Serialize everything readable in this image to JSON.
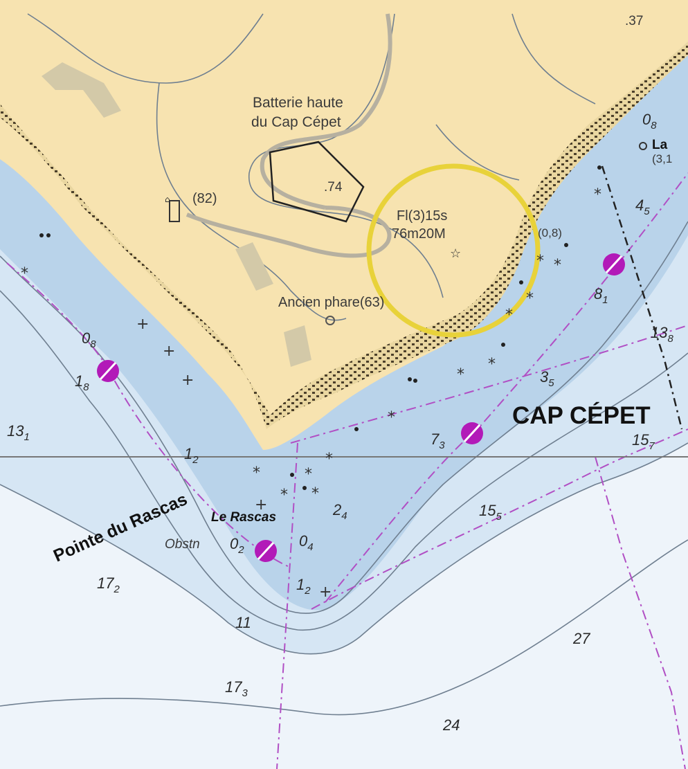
{
  "map": {
    "labels": {
      "battery_line1": "Batterie haute",
      "battery_line2": "du Cap Cépet",
      "elev_74": ".74",
      "elev_37": ".37",
      "light_ref": "(82)",
      "light_char": "Fl(3)15s",
      "light_range": "76m20M",
      "old_light": "Ancien phare(63)",
      "cape": "CAP CÉPET",
      "point": "Pointe du Rascas",
      "rock": "Le Rascas",
      "obstn": "Obstn",
      "la_partial": "La",
      "obstn_depth_partial": "(3,1",
      "rock_depth": "(0,8)"
    },
    "soundings": [
      {
        "main": "0",
        "sub": "8",
        "id": "s-08-top"
      },
      {
        "main": "4",
        "sub": "5",
        "id": "s-45"
      },
      {
        "main": "8",
        "sub": "1",
        "id": "s-81"
      },
      {
        "main": "13",
        "sub": "8",
        "id": "s-138"
      },
      {
        "main": "3",
        "sub": "5",
        "id": "s-35"
      },
      {
        "main": "15",
        "sub": "7",
        "id": "s-157"
      },
      {
        "main": "7",
        "sub": "3",
        "id": "s-73"
      },
      {
        "main": "13",
        "sub": "1",
        "id": "s-131"
      },
      {
        "main": "0",
        "sub": "8",
        "id": "s-08-left"
      },
      {
        "main": "1",
        "sub": "8",
        "id": "s-18"
      },
      {
        "main": "1",
        "sub": "2",
        "id": "s-12-a"
      },
      {
        "main": "2",
        "sub": "4",
        "id": "s-24"
      },
      {
        "main": "15",
        "sub": "5",
        "id": "s-155"
      },
      {
        "main": "0",
        "sub": "2",
        "id": "s-02"
      },
      {
        "main": "0",
        "sub": "4",
        "id": "s-04"
      },
      {
        "main": "1",
        "sub": "2",
        "id": "s-12-b"
      },
      {
        "main": "17",
        "sub": "2",
        "id": "s-172"
      },
      {
        "main": "11",
        "sub": "",
        "id": "s-11"
      },
      {
        "main": "27",
        "sub": "",
        "id": "s-27"
      },
      {
        "main": "17",
        "sub": "3",
        "id": "s-173"
      },
      {
        "main": "24",
        "sub": "",
        "id": "s-24-deep"
      }
    ],
    "colors": {
      "land": "#f7e3b0",
      "shallow": "#b9d3ea",
      "mid": "#d6e6f4",
      "deep": "#eef4fa",
      "highlight": "#e8d23a",
      "buoy": "#b21ab8",
      "route": "#b14fc4"
    }
  }
}
